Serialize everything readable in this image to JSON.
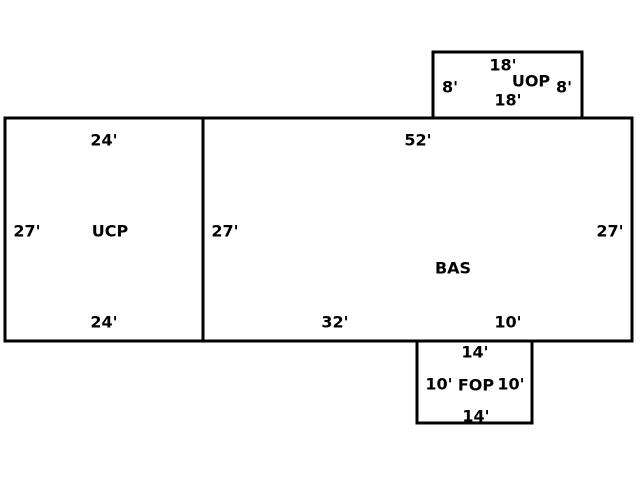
{
  "areas": {
    "ucp": {
      "label": "UCP",
      "top": "24'",
      "bottom": "24'",
      "left": "27'"
    },
    "bas": {
      "label": "BAS",
      "top": "52'",
      "left": "27'",
      "right": "27'",
      "bottom_left": "32'",
      "bottom_right": "10'"
    },
    "uop": {
      "label": "UOP",
      "top": "18'",
      "bottom": "18'",
      "left": "8'",
      "right": "8'"
    },
    "fop": {
      "label": "FOP",
      "top": "14'",
      "bottom": "14'",
      "left": "10'",
      "right": "10'"
    }
  },
  "colors": {
    "line": "#000000",
    "background": "#ffffff"
  }
}
